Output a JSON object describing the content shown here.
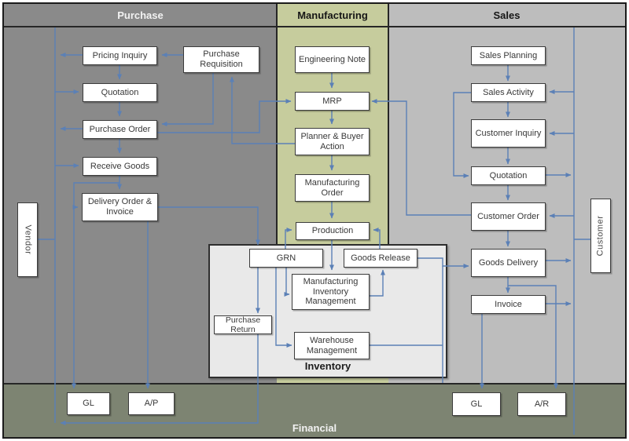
{
  "headers": {
    "purchase": "Purchase",
    "manufacturing": "Manufacturing",
    "sales": "Sales"
  },
  "regions": {
    "inventory_label": "Inventory",
    "financial_label": "Financial"
  },
  "actors": {
    "vendor": "Vendor",
    "customer": "Customer"
  },
  "purchase": {
    "pricing_inquiry": "Pricing Inquiry",
    "purchase_requisition": "Purchase Requisition",
    "quotation": "Quotation",
    "purchase_order": "Purchase Order",
    "receive_goods": "Receive  Goods",
    "delivery_order_invoice": "Delivery Order & Invoice"
  },
  "manufacturing": {
    "engineering_note": "Engineering Note",
    "mrp": "MRP",
    "planner_buyer_action": "Planner & Buyer Action",
    "manufacturing_order": "Manufacturing Order",
    "production": "Production"
  },
  "inventory": {
    "grn": "GRN",
    "goods_release": "Goods Release",
    "manufacturing_inventory_management": "Manufacturing Inventory Management",
    "purchase_return": "Purchase Return",
    "warehouse_management": "Warehouse Management"
  },
  "sales": {
    "sales_planning": "Sales Planning",
    "sales_activity": "Sales Activity",
    "customer_inquiry": "Customer Inquiry",
    "quotation": "Quotation",
    "customer_order": "Customer Order",
    "goods_delivery": "Goods Delivery",
    "invoice": "Invoice"
  },
  "financial": {
    "gl_purchase": "GL",
    "ap": "A/P",
    "gl_sales": "GL",
    "ar": "A/R"
  },
  "colors": {
    "connector": "#5b80b6",
    "purchase_bg": "#8a8a8a",
    "manufacturing_bg": "#c6cc9d",
    "sales_bg": "#bdbdbd",
    "inventory_bg": "#e9e9e9",
    "financial_bg": "#7d8472",
    "node_bg": "#ffffff",
    "border": "#1f1f1f"
  },
  "edges": [
    [
      "Purchase Requisition",
      "Pricing Inquiry"
    ],
    [
      "Pricing Inquiry",
      "Quotation (Purchase)"
    ],
    [
      "Quotation (Purchase)",
      "Purchase Order"
    ],
    [
      "Purchase Order",
      "Receive Goods"
    ],
    [
      "Receive Goods",
      "Delivery Order & Invoice"
    ],
    [
      "Purchase Requisition",
      "Purchase Order"
    ],
    [
      "Planner & Buyer Action",
      "Purchase Requisition"
    ],
    [
      "Purchase Order",
      "MRP"
    ],
    [
      "Pricing Inquiry",
      "Vendor line"
    ],
    [
      "Vendor line",
      "Quotation (Purchase)"
    ],
    [
      "Purchase Order",
      "Vendor line"
    ],
    [
      "Vendor line",
      "Receive Goods"
    ],
    [
      "Vendor",
      "Vendor line"
    ],
    [
      "Purchase Return",
      "Vendor line"
    ],
    [
      "Receive Goods",
      "GL (Purchase)"
    ],
    [
      "Delivery Order & Invoice",
      "A/P"
    ],
    [
      "Delivery Order & Invoice",
      "GRN"
    ],
    [
      "Engineering Note",
      "MRP"
    ],
    [
      "MRP",
      "Planner & Buyer Action"
    ],
    [
      "Planner & Buyer Action",
      "Manufacturing Order"
    ],
    [
      "Manufacturing Order",
      "Production"
    ],
    [
      "Production",
      "Manufacturing Inventory Management"
    ],
    [
      "GRN",
      "Production"
    ],
    [
      "Goods Release",
      "Production"
    ],
    [
      "GRN",
      "Manufacturing Inventory Management"
    ],
    [
      "GRN",
      "Purchase Return"
    ],
    [
      "GRN",
      "Warehouse Management"
    ],
    [
      "Manufacturing Inventory Management",
      "Goods Release"
    ],
    [
      "Customer Order",
      "MRP"
    ],
    [
      "Sales Planning",
      "Sales Activity"
    ],
    [
      "Sales Activity",
      "Customer Inquiry"
    ],
    [
      "Customer Inquiry",
      "Quotation (Sales)"
    ],
    [
      "Quotation (Sales)",
      "Customer Order"
    ],
    [
      "Customer Order",
      "Goods Delivery"
    ],
    [
      "Goods Delivery",
      "Invoice"
    ],
    [
      "Goods Delivery",
      "A/R"
    ],
    [
      "Invoice",
      "GL (Sales)"
    ],
    [
      "Sales Activity",
      "Quotation (Sales)"
    ],
    [
      "Goods Release",
      "Goods Delivery"
    ],
    [
      "Warehouse Management",
      "Goods Delivery line"
    ],
    [
      "Customer line",
      "Sales Activity"
    ],
    [
      "Customer line",
      "Customer Inquiry"
    ],
    [
      "Quotation (Sales)",
      "Customer line"
    ],
    [
      "Customer line",
      "Customer Order"
    ],
    [
      "Customer line",
      "Customer"
    ],
    [
      "Goods Delivery",
      "Customer line"
    ],
    [
      "Invoice",
      "Customer line"
    ]
  ]
}
